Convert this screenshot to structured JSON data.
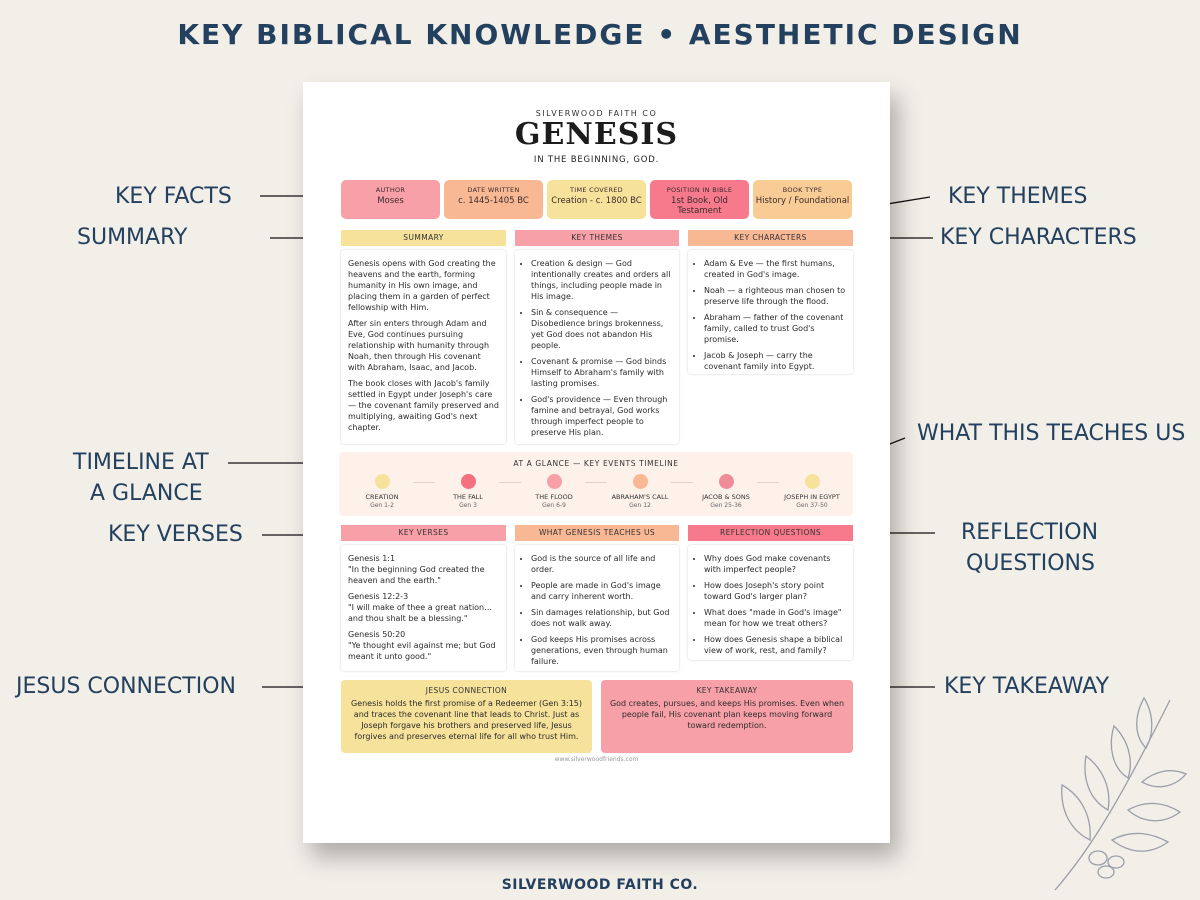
{
  "banner": "KEY BIBLICAL KNOWLEDGE • AESTHETIC DESIGN",
  "footer_brand": "SILVERWOOD FAITH CO.",
  "callouts": {
    "key_facts": "KEY FACTS",
    "summary": "SUMMARY",
    "timeline_line1": "TIMELINE AT",
    "timeline_line2": "A GLANCE",
    "key_verses": "KEY VERSES",
    "jesus_connection": "JESUS CONNECTION",
    "key_themes": "KEY THEMES",
    "key_characters": "KEY CHARACTERS",
    "what_teaches": "WHAT THIS TEACHES US",
    "reflection_line1": "REFLECTION",
    "reflection_line2": "QUESTIONS",
    "key_takeaway": "KEY TAKEAWAY"
  },
  "sheet": {
    "brand": "SILVERWOOD FAITH CO",
    "title": "GENESIS",
    "subtitle": "IN THE BEGINNING, GOD.",
    "facts": [
      {
        "label": "AUTHOR",
        "value": "Moses",
        "color": "#f8a0a8"
      },
      {
        "label": "DATE WRITTEN",
        "value": "c. 1445-1405 BC",
        "color": "#f9b894"
      },
      {
        "label": "TIME COVERED",
        "value": "Creation - c. 1800 BC",
        "color": "#f6e29a"
      },
      {
        "label": "POSITION IN BIBLE",
        "value": "1st Book, Old Testament",
        "color": "#f67a8c"
      },
      {
        "label": "BOOK TYPE",
        "value": "History / Foundational",
        "color": "#f9cc96"
      }
    ],
    "summary": {
      "header": "SUMMARY",
      "paragraphs": [
        "Genesis opens with God creating the heavens and the earth, forming humanity in His own image, and placing them in a garden of perfect fellowship with Him.",
        "After sin enters through Adam and Eve, God continues pursuing relationship with humanity through Noah, then through His covenant with Abraham, Isaac, and Jacob.",
        "The book closes with Jacob's family settled in Egypt under Joseph's care — the covenant family preserved and multiplying, awaiting God's next chapter."
      ]
    },
    "themes": {
      "header": "KEY THEMES",
      "items": [
        "Creation & design — God intentionally creates and orders all things, including people made in His image.",
        "Sin & consequence — Disobedience brings brokenness, yet God does not abandon His people.",
        "Covenant & promise — God binds Himself to Abraham's family with lasting promises.",
        "God's providence — Even through famine and betrayal, God works through imperfect people to preserve His plan."
      ]
    },
    "characters": {
      "header": "KEY CHARACTERS",
      "items": [
        "Adam & Eve — the first humans, created in God's image.",
        "Noah — a righteous man chosen to preserve life through the flood.",
        "Abraham — father of the covenant family, called to trust God's promise.",
        "Jacob & Joseph — carry the covenant family into Egypt."
      ]
    },
    "timeline": {
      "title": "AT A GLANCE — KEY EVENTS TIMELINE",
      "events": [
        {
          "name": "CREATION",
          "ref": "Gen 1-2",
          "color": "#f6e29a"
        },
        {
          "name": "THE FALL",
          "ref": "Gen 3",
          "color": "#f4707f"
        },
        {
          "name": "THE FLOOD",
          "ref": "Gen 6-9",
          "color": "#f8a0a8"
        },
        {
          "name": "ABRAHAM'S CALL",
          "ref": "Gen 12",
          "color": "#f9b894"
        },
        {
          "name": "JACOB & SONS",
          "ref": "Gen 25-36",
          "color": "#f08b98"
        },
        {
          "name": "JOSEPH IN EGYPT",
          "ref": "Gen 37-50",
          "color": "#f6e29a"
        }
      ]
    },
    "verses": {
      "header": "KEY VERSES",
      "items": [
        {
          "ref": "Genesis 1:1",
          "text": "\"In the beginning God created the heaven and the earth.\""
        },
        {
          "ref": "Genesis 12:2-3",
          "text": "\"I will make of thee a great nation… and thou shalt be a blessing.\""
        },
        {
          "ref": "Genesis 50:20",
          "text": "\"Ye thought evil against me; but God meant it unto good.\""
        }
      ]
    },
    "teaches": {
      "header": "WHAT GENESIS TEACHES US",
      "items": [
        "God is the source of all life and order.",
        "People are made in God's image and carry inherent worth.",
        "Sin damages relationship, but God does not walk away.",
        "God keeps His promises across generations, even through human failure."
      ]
    },
    "reflection": {
      "header": "REFLECTION QUESTIONS",
      "items": [
        "Why does God make covenants with imperfect people?",
        "How does Joseph's story point toward God's larger plan?",
        "What does \"made in God's image\" mean for how we treat others?",
        "How does Genesis shape a biblical view of work, rest, and family?"
      ]
    },
    "jesus": {
      "header": "JESUS CONNECTION",
      "text": "Genesis holds the first promise of a Redeemer (Gen 3:15) and traces the covenant line that leads to Christ. Just as Joseph forgave his brothers and preserved life, Jesus forgives and preserves eternal life for all who trust Him."
    },
    "takeaway": {
      "header": "KEY TAKEAWAY",
      "text": "God creates, pursues, and keeps His promises. Even when people fail, His covenant plan keeps moving forward toward redemption."
    },
    "url": "www.silverwoodfriends.com"
  }
}
